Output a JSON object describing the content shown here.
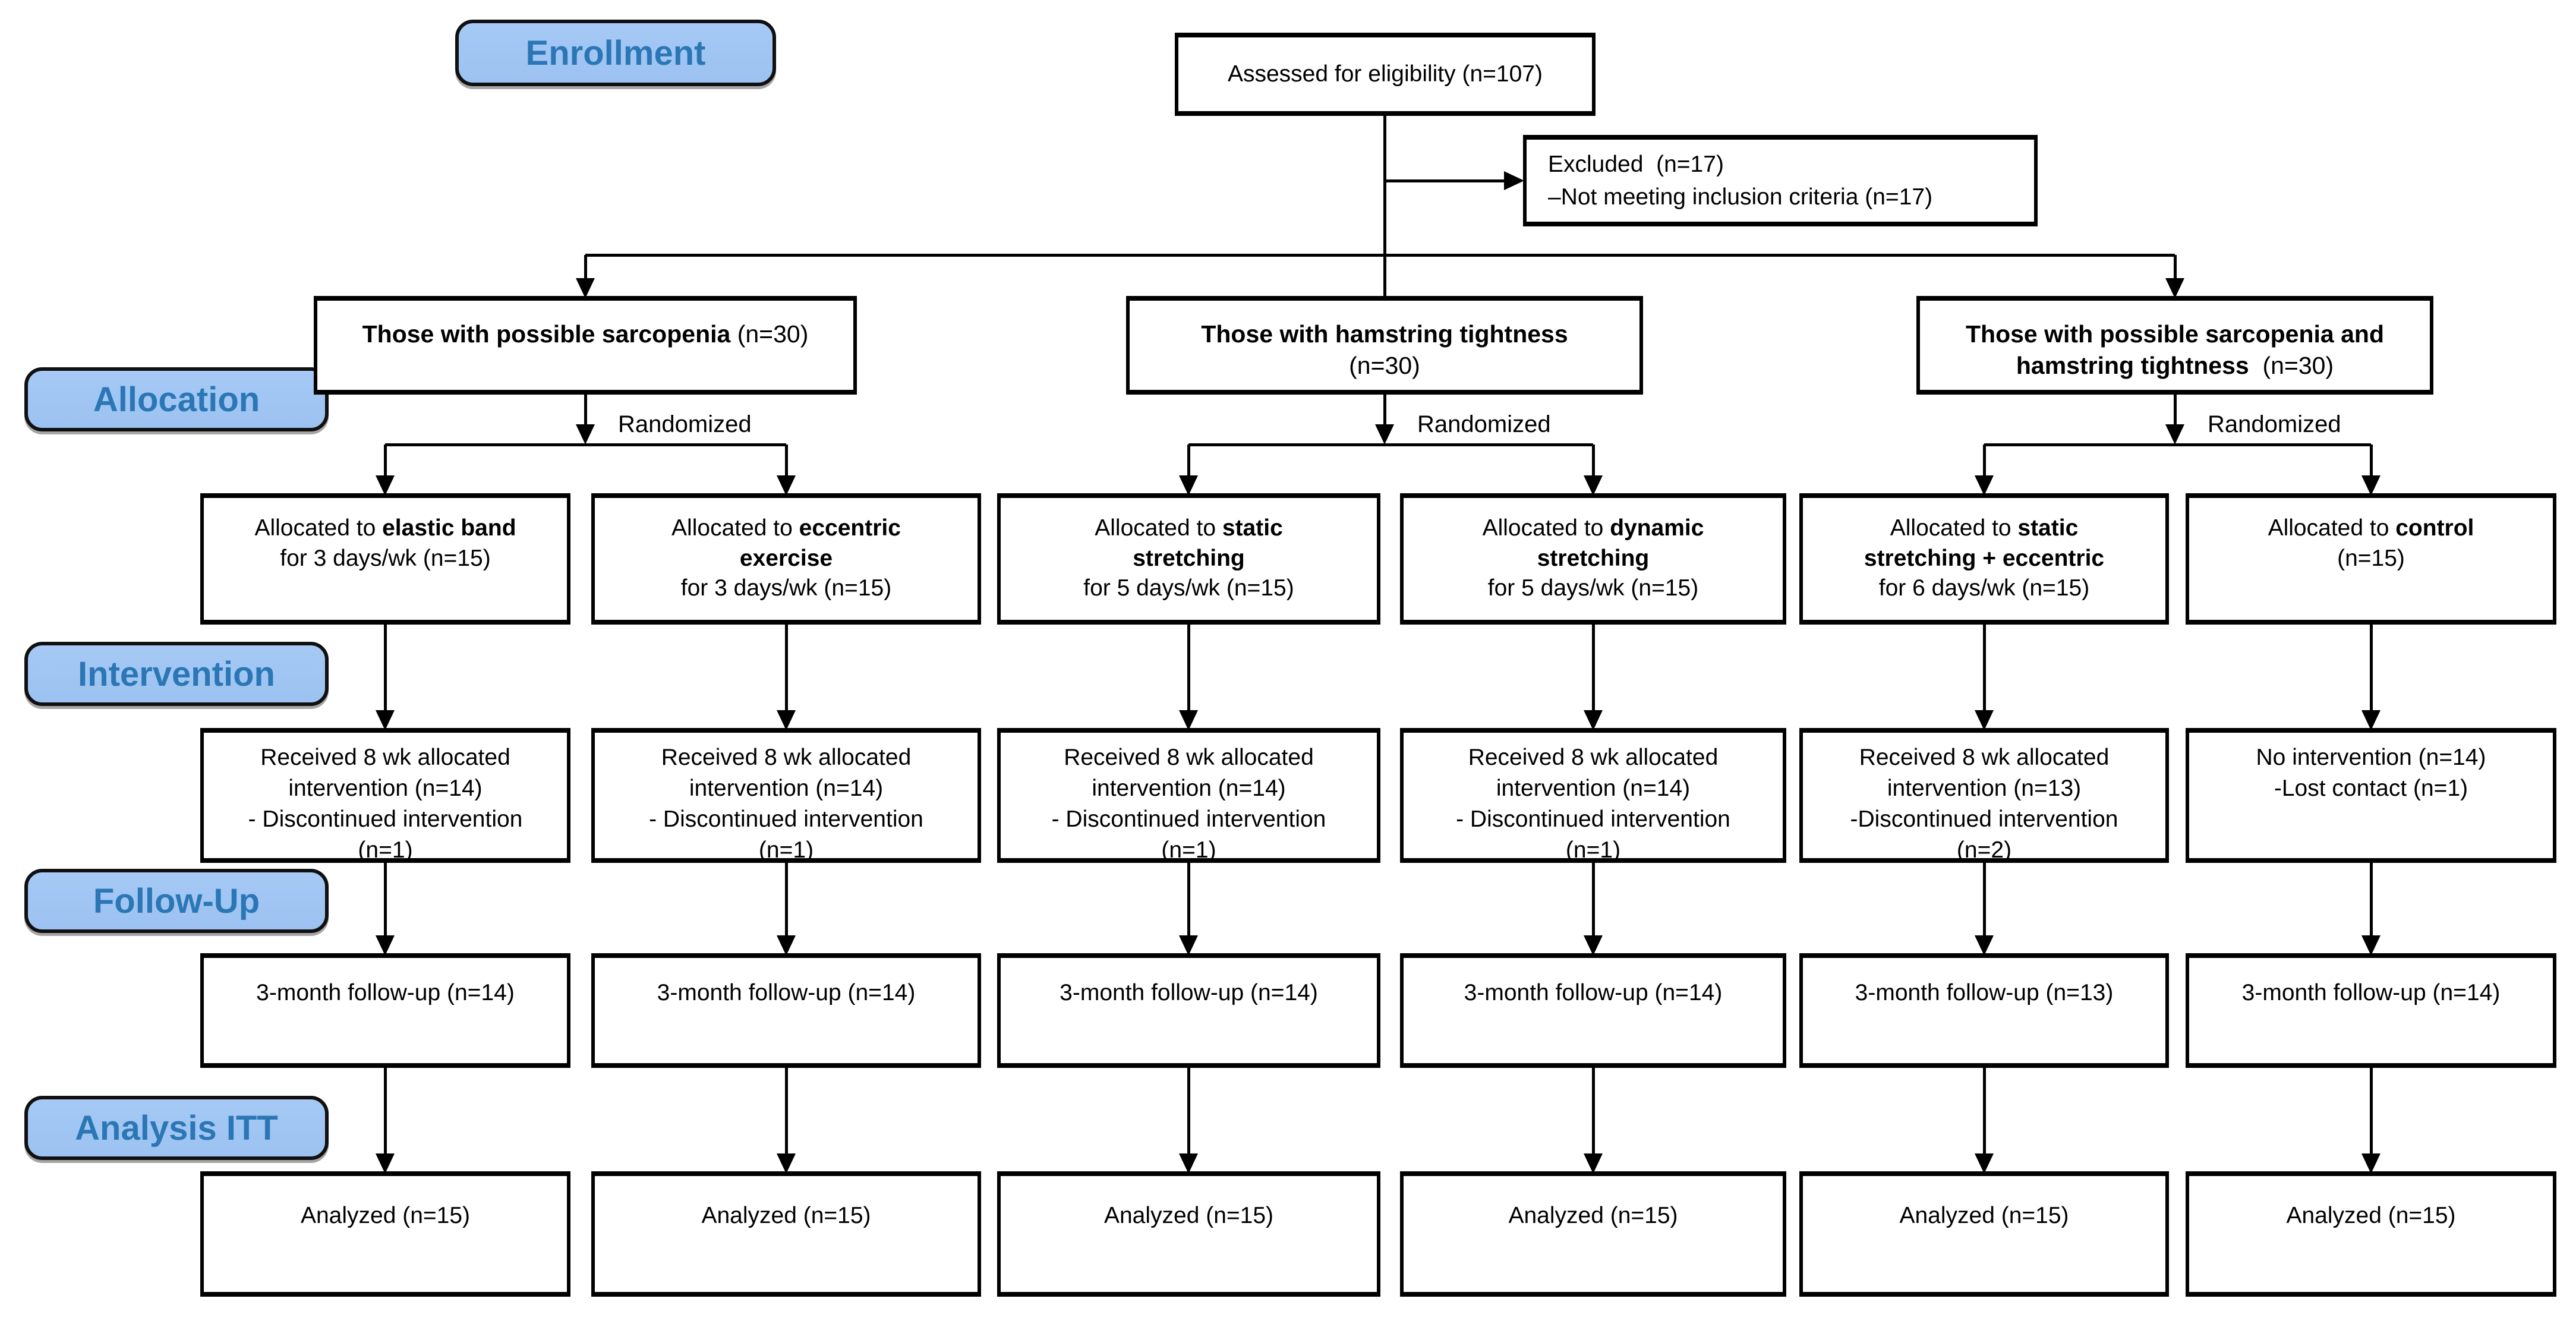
{
  "stages": {
    "enrollment": "Enrollment",
    "allocation": "Allocation",
    "intervention": "Intervention",
    "followup": "Follow-Up",
    "analysis": "Analysis ITT"
  },
  "top": {
    "assessed": "Assessed for eligibility (n=107)",
    "excluded": {
      "lines": [
        [
          {
            "t": "Excluded  (n=17)"
          }
        ],
        [
          {
            "t": "–Not meeting inclusion criteria (n=17)"
          }
        ]
      ]
    }
  },
  "randomized": "Randomized",
  "groups": [
    {
      "lines": [
        [
          {
            "t": "Those with possible sarcopenia",
            "b": true
          },
          {
            "t": " (n=30)"
          }
        ]
      ]
    },
    {
      "lines": [
        [
          {
            "t": "Those with hamstring tightness",
            "b": true
          }
        ],
        [
          {
            "t": "(n=30)"
          }
        ]
      ]
    },
    {
      "lines": [
        [
          {
            "t": "Those with possible sarcopenia and",
            "b": true
          }
        ],
        [
          {
            "t": "hamstring tightness",
            "b": true
          },
          {
            "t": "  (n=30)"
          }
        ]
      ]
    }
  ],
  "allocations": [
    {
      "lines": [
        [
          {
            "t": "Allocated to "
          },
          {
            "t": "elastic band",
            "b": true
          }
        ],
        [
          {
            "t": "for 3 days/wk (n=15)"
          }
        ]
      ]
    },
    {
      "lines": [
        [
          {
            "t": "Allocated to "
          },
          {
            "t": "eccentric",
            "b": true
          }
        ],
        [
          {
            "t": "exercise",
            "b": true
          }
        ],
        [
          {
            "t": "for 3 days/wk (n=15)"
          }
        ]
      ]
    },
    {
      "lines": [
        [
          {
            "t": "Allocated to "
          },
          {
            "t": "static",
            "b": true
          }
        ],
        [
          {
            "t": "stretching",
            "b": true
          }
        ],
        [
          {
            "t": "for 5 days/wk (n=15)"
          }
        ]
      ]
    },
    {
      "lines": [
        [
          {
            "t": "Allocated to "
          },
          {
            "t": "dynamic",
            "b": true
          }
        ],
        [
          {
            "t": "stretching",
            "b": true
          }
        ],
        [
          {
            "t": "for 5 days/wk (n=15)"
          }
        ]
      ]
    },
    {
      "lines": [
        [
          {
            "t": "Allocated to "
          },
          {
            "t": "static",
            "b": true
          }
        ],
        [
          {
            "t": "stretching + eccentric",
            "b": true
          }
        ],
        [
          {
            "t": "for 6 days/wk (n=15)"
          }
        ]
      ]
    },
    {
      "lines": [
        [
          {
            "t": "Allocated to "
          },
          {
            "t": "control",
            "b": true
          }
        ],
        [
          {
            "t": "(n=15)"
          }
        ]
      ]
    }
  ],
  "interventions": [
    {
      "lines": [
        [
          {
            "t": "Received 8 wk allocated"
          }
        ],
        [
          {
            "t": "intervention (n=14)"
          }
        ],
        [
          {
            "t": "- Discontinued intervention"
          }
        ],
        [
          {
            "t": "(n=1)"
          }
        ]
      ]
    },
    {
      "lines": [
        [
          {
            "t": "Received 8 wk allocated"
          }
        ],
        [
          {
            "t": "intervention (n=14)"
          }
        ],
        [
          {
            "t": "- Discontinued intervention"
          }
        ],
        [
          {
            "t": "(n=1)"
          }
        ]
      ]
    },
    {
      "lines": [
        [
          {
            "t": "Received 8 wk allocated"
          }
        ],
        [
          {
            "t": "intervention (n=14)"
          }
        ],
        [
          {
            "t": "- Discontinued intervention"
          }
        ],
        [
          {
            "t": "(n=1)"
          }
        ]
      ]
    },
    {
      "lines": [
        [
          {
            "t": "Received 8 wk allocated"
          }
        ],
        [
          {
            "t": "intervention (n=14)"
          }
        ],
        [
          {
            "t": "- Discontinued intervention"
          }
        ],
        [
          {
            "t": "(n=1)"
          }
        ]
      ]
    },
    {
      "lines": [
        [
          {
            "t": "Received 8 wk allocated"
          }
        ],
        [
          {
            "t": "intervention (n=13)"
          }
        ],
        [
          {
            "t": "-Discontinued intervention"
          }
        ],
        [
          {
            "t": "(n=2)"
          }
        ]
      ]
    },
    {
      "lines": [
        [
          {
            "t": "No intervention (n=14)"
          }
        ],
        [
          {
            "t": "-Lost contact (n=1)"
          }
        ]
      ]
    }
  ],
  "followups": [
    "3-month follow-up (n=14)",
    "3-month follow-up (n=14)",
    "3-month follow-up (n=14)",
    "3-month follow-up (n=14)",
    "3-month follow-up (n=13)",
    "3-month follow-up (n=14)"
  ],
  "analyzed": [
    "Analyzed (n=15)",
    "Analyzed (n=15)",
    "Analyzed (n=15)",
    "Analyzed (n=15)",
    "Analyzed (n=15)",
    "Analyzed (n=15)"
  ],
  "colors": {
    "label_bg": "#A6C9F5",
    "label_bg2": "#9CC2F1",
    "label_text": "#2B77B5",
    "box_border": "#000000",
    "line_color": "#000000"
  }
}
